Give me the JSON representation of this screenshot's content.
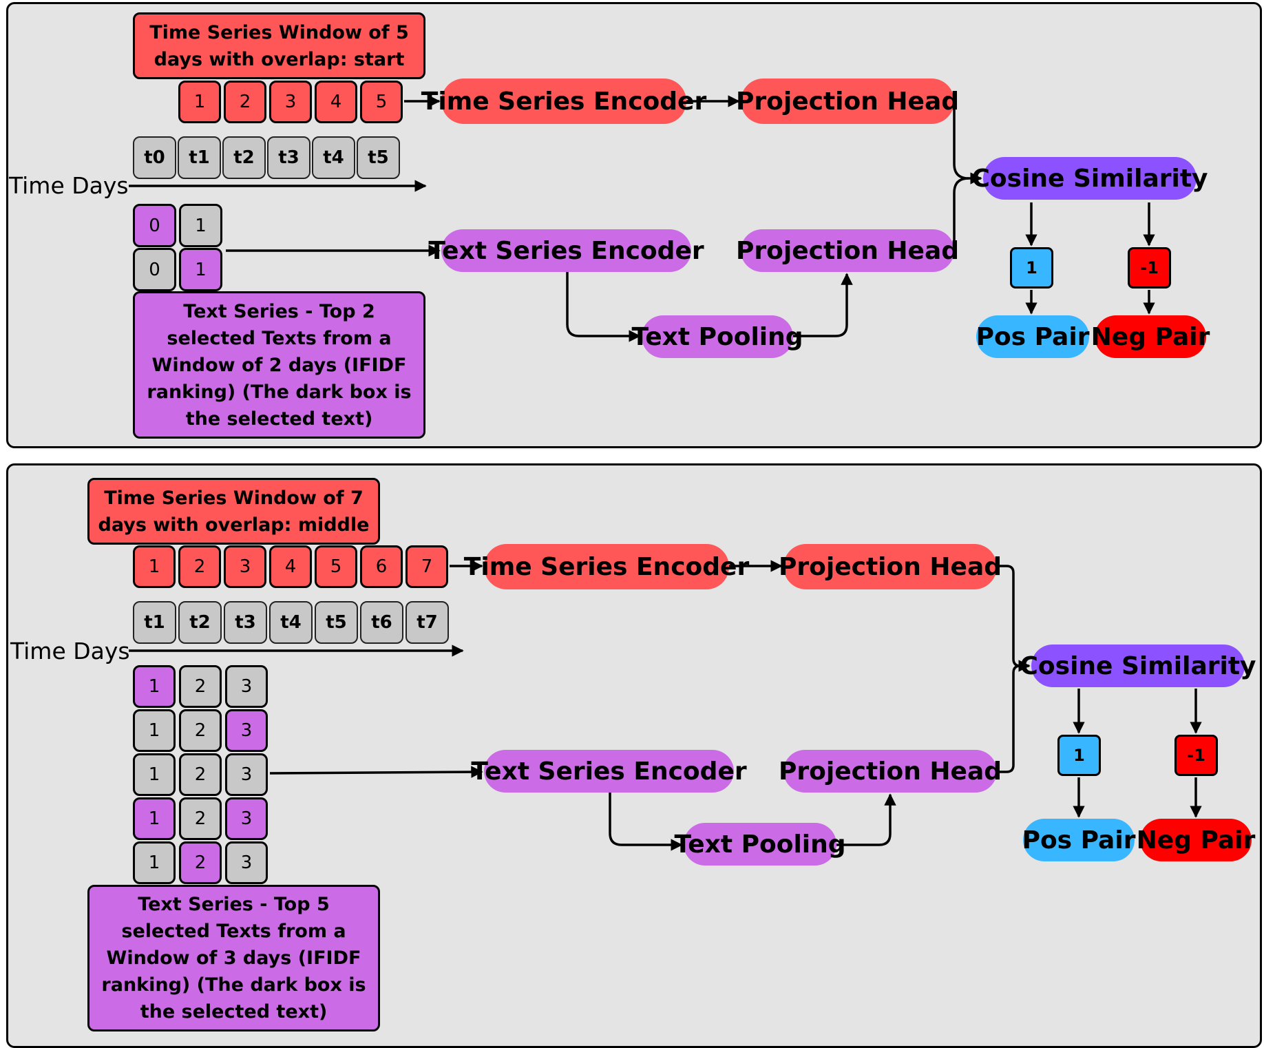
{
  "top": {
    "window_title": "Time Series Window of 5 days with overlap: start",
    "time_cells": [
      "1",
      "2",
      "3",
      "4",
      "5"
    ],
    "day_cells": [
      "t0",
      "t1",
      "t2",
      "t3",
      "t4",
      "t5"
    ],
    "axis_label": "Time Days",
    "text_grid": [
      [
        {
          "v": "0",
          "selected": true
        },
        {
          "v": "1",
          "selected": false
        }
      ],
      [
        {
          "v": "0",
          "selected": false
        },
        {
          "v": "1",
          "selected": true
        }
      ]
    ],
    "text_caption": "Text Series - Top 2 selected Texts from a Window of 2 days (IFIDF ranking) (The dark box is the selected text)",
    "time_encoder": "Time Series Encoder",
    "time_projection": "Projection Head",
    "text_encoder": "Text Series Encoder",
    "text_projection": "Projection Head",
    "pooling": "Text Pooling",
    "cosine": "Cosine Similarity",
    "pos_value": "1",
    "neg_value": "-1",
    "pos_label": "Pos Pair",
    "neg_label": "Neg Pair"
  },
  "bottom": {
    "window_title": "Time Series Window of 7 days with overlap: middle",
    "time_cells": [
      "1",
      "2",
      "3",
      "4",
      "5",
      "6",
      "7"
    ],
    "day_cells": [
      "t1",
      "t2",
      "t3",
      "t4",
      "t5",
      "t6",
      "t7"
    ],
    "axis_label": "Time Days",
    "text_grid": [
      [
        {
          "v": "1",
          "selected": true
        },
        {
          "v": "2",
          "selected": false
        },
        {
          "v": "3",
          "selected": false
        }
      ],
      [
        {
          "v": "1",
          "selected": false
        },
        {
          "v": "2",
          "selected": false
        },
        {
          "v": "3",
          "selected": true
        }
      ],
      [
        {
          "v": "1",
          "selected": false
        },
        {
          "v": "2",
          "selected": false
        },
        {
          "v": "3",
          "selected": false
        }
      ],
      [
        {
          "v": "1",
          "selected": true
        },
        {
          "v": "2",
          "selected": false
        },
        {
          "v": "3",
          "selected": true
        }
      ],
      [
        {
          "v": "1",
          "selected": false
        },
        {
          "v": "2",
          "selected": true
        },
        {
          "v": "3",
          "selected": false
        }
      ]
    ],
    "text_caption": "Text Series - Top 5 selected Texts from a Window of 3 days (IFIDF ranking) (The dark box is the selected text)",
    "time_encoder": "Time Series Encoder",
    "time_projection": "Projection Head",
    "text_encoder": "Text Series Encoder",
    "text_projection": "Projection Head",
    "pooling": "Text Pooling",
    "cosine": "Cosine Similarity",
    "pos_value": "1",
    "neg_value": "-1",
    "pos_label": "Pos Pair",
    "neg_label": "Neg Pair"
  },
  "colors": {
    "time_red": "#ff5757",
    "text_purple": "#cb6ce6",
    "cosine_violet": "#8c52ff",
    "pos_blue": "#38b6ff",
    "neg_red": "#ff0000",
    "unselected_grey": "#c8c8c8",
    "panel_bg": "#e4e4e4"
  }
}
